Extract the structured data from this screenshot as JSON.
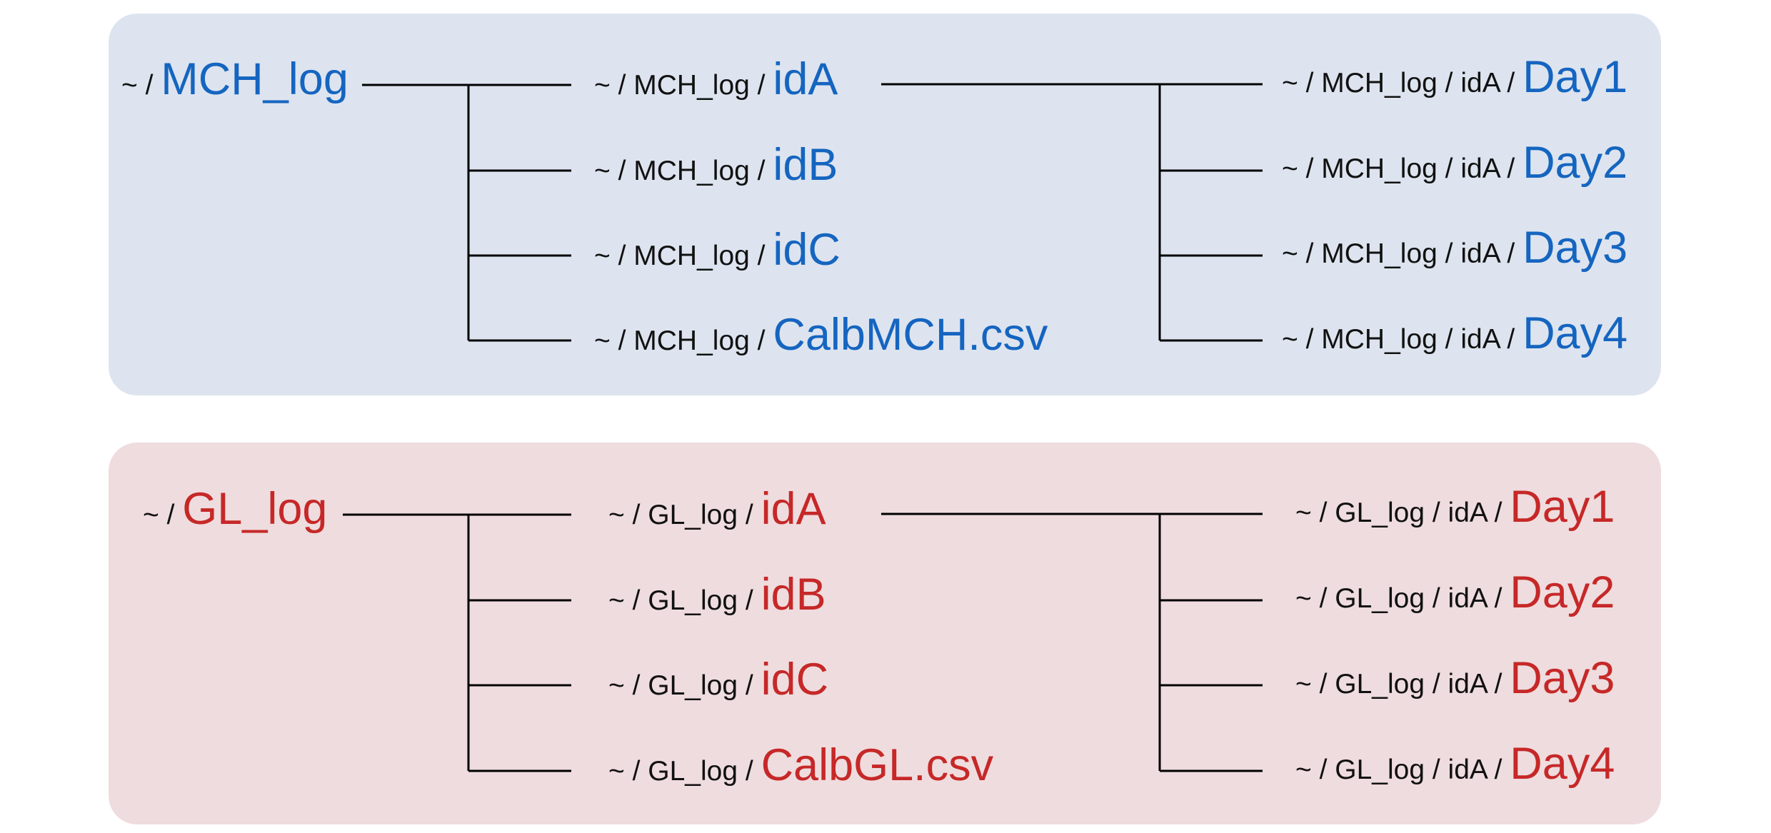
{
  "colors": {
    "mch_accent": "#1565c0",
    "gl_accent": "#c62828",
    "mch_panel_bg": "#dde4ef",
    "gl_panel_bg": "#efdcde",
    "line": "#000000"
  },
  "mch": {
    "root": {
      "prefix": "~ / ",
      "name": "MCH_log"
    },
    "children": [
      {
        "prefix": "~ / MCH_log / ",
        "name": "idA"
      },
      {
        "prefix": "~ / MCH_log / ",
        "name": "idB"
      },
      {
        "prefix": "~ / MCH_log / ",
        "name": "idC"
      },
      {
        "prefix": "~ / MCH_log / ",
        "name": "CalbMCH.csv"
      }
    ],
    "days": [
      {
        "prefix": "~ / MCH_log / idA / ",
        "name": "Day1"
      },
      {
        "prefix": "~ / MCH_log / idA / ",
        "name": "Day2"
      },
      {
        "prefix": "~ / MCH_log / idA / ",
        "name": "Day3"
      },
      {
        "prefix": "~ / MCH_log / idA / ",
        "name": "Day4"
      }
    ]
  },
  "gl": {
    "root": {
      "prefix": "~ / ",
      "name": "GL_log"
    },
    "children": [
      {
        "prefix": "~ / GL_log / ",
        "name": "idA"
      },
      {
        "prefix": "~ / GL_log / ",
        "name": "idB"
      },
      {
        "prefix": "~ / GL_log / ",
        "name": "idC"
      },
      {
        "prefix": "~ / GL_log / ",
        "name": "CalbGL.csv"
      }
    ],
    "days": [
      {
        "prefix": "~ / GL_log / idA / ",
        "name": "Day1"
      },
      {
        "prefix": "~ / GL_log / idA / ",
        "name": "Day2"
      },
      {
        "prefix": "~ / GL_log / idA / ",
        "name": "Day3"
      },
      {
        "prefix": "~ / GL_log / idA / ",
        "name": "Day4"
      }
    ]
  }
}
